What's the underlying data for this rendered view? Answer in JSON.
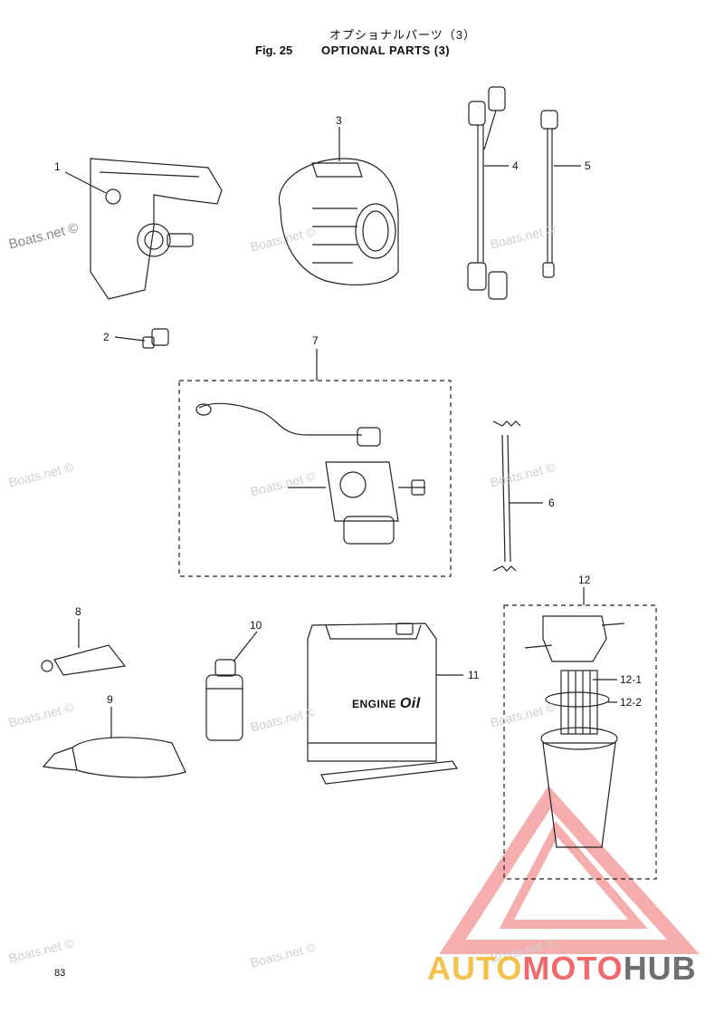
{
  "header": {
    "title_jp": "オプショナルパーツ（3）",
    "fig_label": "Fig. 25",
    "title_en": "OPTIONAL PARTS (3)"
  },
  "callouts": [
    "1",
    "2",
    "3",
    "4",
    "5",
    "6",
    "7",
    "8",
    "9",
    "10",
    "11",
    "12",
    "12-1",
    "12-2"
  ],
  "product_label": {
    "engine": "ENGINE",
    "oil": "Oil"
  },
  "watermark": "Boats.net ©",
  "page_number": "83",
  "brand": {
    "part1": "AUTO",
    "part2": "MOTO",
    "part3": "HUB"
  },
  "colors": {
    "brand_yellow": "#f2c14e",
    "brand_red": "#ef6b6b",
    "brand_gray": "#6f6f6f"
  }
}
